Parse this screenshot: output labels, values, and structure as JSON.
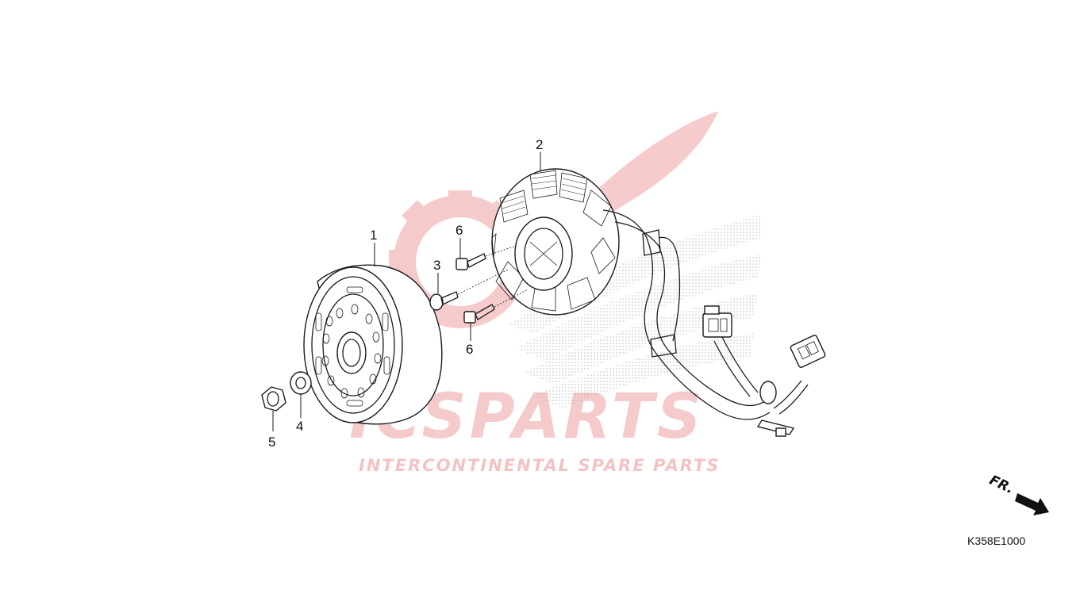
{
  "diagram": {
    "callouts": [
      {
        "id": "1",
        "label": "1"
      },
      {
        "id": "2",
        "label": "2"
      },
      {
        "id": "3",
        "label": "3"
      },
      {
        "id": "4",
        "label": "4"
      },
      {
        "id": "5",
        "label": "5"
      },
      {
        "id": "6a",
        "label": "6"
      },
      {
        "id": "6b",
        "label": "6"
      }
    ],
    "direction_label": "FR.",
    "diagram_code": "K358E1000"
  },
  "watermark": {
    "brand": "ICSPARTS",
    "tagline": "INTERCONTINENTAL SPARE PARTS",
    "colors": {
      "red": "#e36b6b",
      "grey": "#9a9a9a"
    }
  }
}
